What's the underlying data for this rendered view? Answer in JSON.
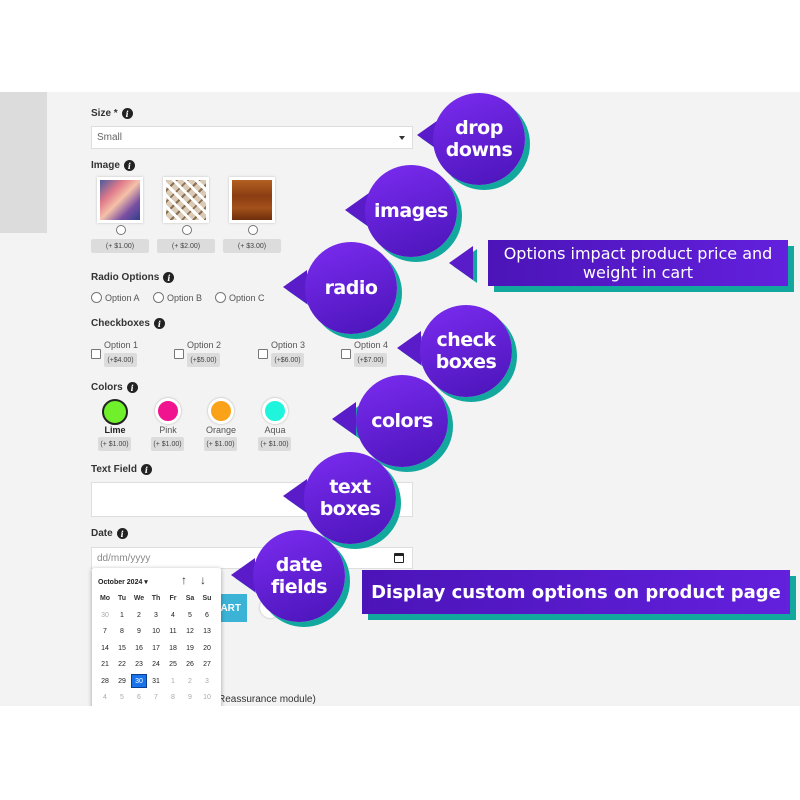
{
  "form": {
    "size": {
      "label": "Size *",
      "value": "Small"
    },
    "image": {
      "label": "Image",
      "options": [
        {
          "price": "(+ $1.00)"
        },
        {
          "price": "(+ $2.00)"
        },
        {
          "price": "(+ $3.00)"
        }
      ]
    },
    "radio": {
      "label": "Radio Options",
      "options": [
        "Option A",
        "Option B",
        "Option C"
      ]
    },
    "checkboxes": {
      "label": "Checkboxes",
      "options": [
        {
          "name": "Option 1",
          "price": "(+$4.00)"
        },
        {
          "name": "Option 2",
          "price": "(+$5.00)"
        },
        {
          "name": "Option 3",
          "price": "(+$6.00)"
        },
        {
          "name": "Option 4",
          "price": "(+$7.00)"
        }
      ]
    },
    "colors": {
      "label": "Colors",
      "options": [
        {
          "name": "Lime",
          "hex": "#6ff02a",
          "price": "(+ $1.00)"
        },
        {
          "name": "Pink",
          "hex": "#f0158f",
          "price": "(+ $1.00)"
        },
        {
          "name": "Orange",
          "hex": "#fba318",
          "price": "(+ $1.00)"
        },
        {
          "name": "Aqua",
          "hex": "#1ff4dc",
          "price": "(+ $1.00)"
        }
      ]
    },
    "text_field": {
      "label": "Text Field"
    },
    "date": {
      "label": "Date",
      "placeholder": "dd/mm/yyyy"
    },
    "cart_button_label": "ART",
    "reassurance_text": "Reassurance module)"
  },
  "calendar": {
    "month": "October 2024",
    "weekdays": [
      "Mo",
      "Tu",
      "We",
      "Th",
      "Fr",
      "Sa",
      "Su"
    ],
    "weeks": [
      [
        "30",
        "1",
        "2",
        "3",
        "4",
        "5",
        "6"
      ],
      [
        "7",
        "8",
        "9",
        "10",
        "11",
        "12",
        "13"
      ],
      [
        "14",
        "15",
        "16",
        "17",
        "18",
        "19",
        "20"
      ],
      [
        "21",
        "22",
        "23",
        "24",
        "25",
        "26",
        "27"
      ],
      [
        "28",
        "29",
        "30",
        "31",
        "1",
        "2",
        "3"
      ],
      [
        "4",
        "5",
        "6",
        "7",
        "8",
        "9",
        "10"
      ]
    ],
    "selected": "30"
  },
  "callouts": {
    "dropdowns": [
      "drop",
      "downs"
    ],
    "images": [
      "images"
    ],
    "radio": [
      "radio"
    ],
    "checkboxes": [
      "check",
      "boxes"
    ],
    "colors": [
      "colors"
    ],
    "textboxes": [
      "text",
      "boxes"
    ],
    "datefields": [
      "date",
      "fields"
    ]
  },
  "banners": {
    "price_impact": "Options impact product price and weight in cart",
    "display": "Display custom options on product page"
  },
  "theme": {
    "callout_purple": "#5a1cc9",
    "shadow_teal": "#13a89e",
    "button_blue": "#3bb3d6"
  }
}
